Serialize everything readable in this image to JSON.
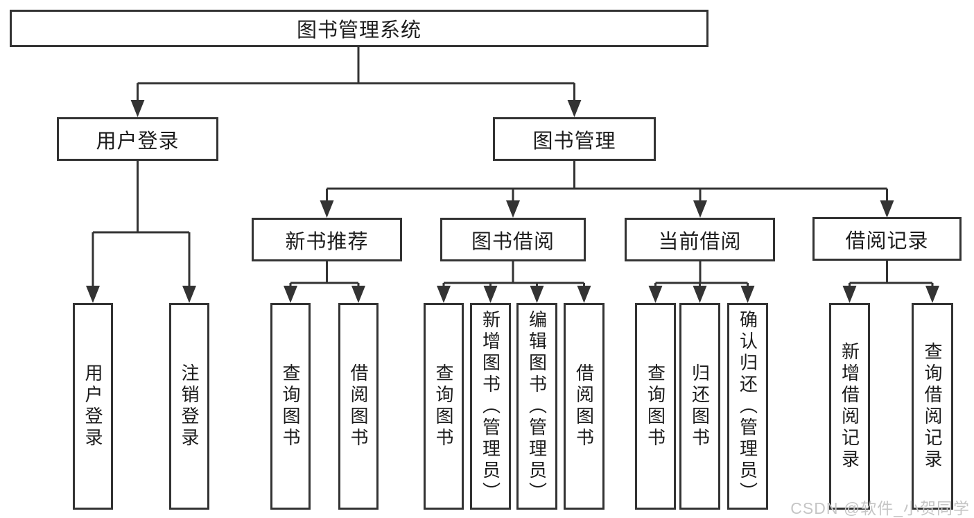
{
  "diagram": {
    "tree": {
      "label": "图书管理系统",
      "children": [
        {
          "label": "用户登录",
          "children": [
            {
              "label": "用户登录"
            },
            {
              "label": "注销登录"
            }
          ]
        },
        {
          "label": "图书管理",
          "children": [
            {
              "label": "新书推荐",
              "children": [
                {
                  "label": "查询图书"
                },
                {
                  "label": "借阅图书"
                }
              ]
            },
            {
              "label": "图书借阅",
              "children": [
                {
                  "label": "查询图书"
                },
                {
                  "label": "新增图书（管理员）"
                },
                {
                  "label": "编辑图书（管理员）"
                },
                {
                  "label": "借阅图书"
                }
              ]
            },
            {
              "label": "当前借阅",
              "children": [
                {
                  "label": "查询图书"
                },
                {
                  "label": "归还图书"
                },
                {
                  "label": "确认归还（管理员）"
                }
              ]
            },
            {
              "label": "借阅记录",
              "children": [
                {
                  "label": "新增借阅记录"
                },
                {
                  "label": "查询借阅记录"
                }
              ]
            }
          ]
        }
      ]
    },
    "watermark": {
      "text": "CSDN @软件_小贺同学"
    },
    "colors": {
      "line": "#333333",
      "box_border": "#333333",
      "text": "#1c1c1c",
      "watermark": "#c5c5c5",
      "background": "#ffffff"
    }
  }
}
